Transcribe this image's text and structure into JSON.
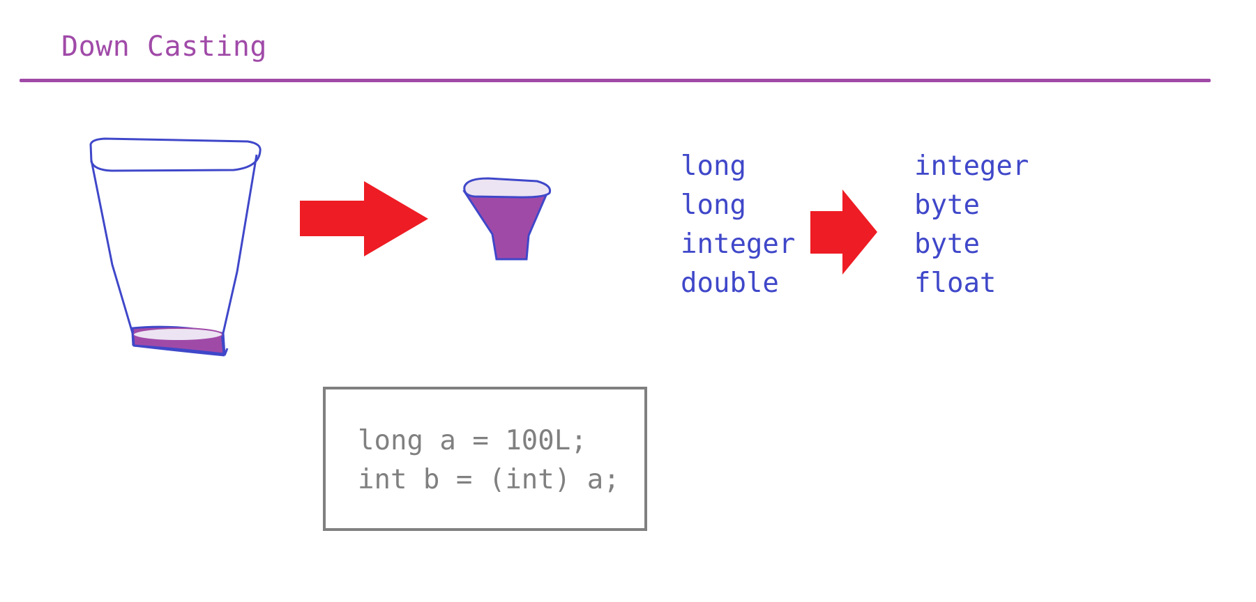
{
  "page": {
    "title": "Down Casting"
  },
  "colors": {
    "accent": "#a04aa8",
    "ink": "#3f47c9",
    "arrow": "#ee1c24",
    "code": "#808080",
    "liquid": "#a04aa8",
    "liquid_top": "#ece4f2"
  },
  "illustration": {
    "large_cup_icon": "large-cup-icon",
    "small_cup_icon": "small-cup-icon",
    "arrow_icon": "right-arrow-icon"
  },
  "conversions": {
    "from": [
      "long",
      "long",
      "integer",
      "double"
    ],
    "to": [
      "integer",
      "byte",
      "byte",
      "float"
    ]
  },
  "code": {
    "lines": [
      "long a = 100L;",
      "int b = (int) a;"
    ]
  }
}
